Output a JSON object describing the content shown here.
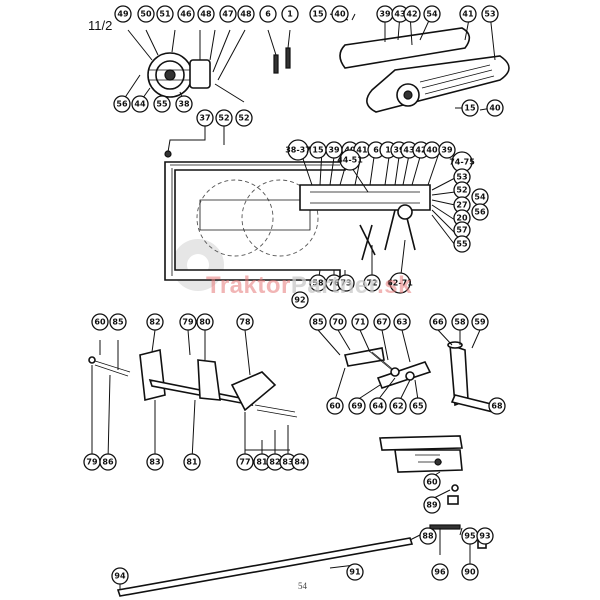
{
  "page_label": "11/2",
  "footer_text": "54",
  "watermark": {
    "part1": "Traktor",
    "part2": "Partner",
    "part3": ".sk"
  },
  "callouts": [
    "49",
    "50",
    "51",
    "46",
    "48",
    "47",
    "48",
    "6",
    "1",
    "52",
    "56",
    "44",
    "55",
    "38",
    "37",
    "52",
    "15",
    "40",
    "39",
    "43",
    "42",
    "54",
    "41",
    "53",
    "15",
    "40",
    "38-37",
    "15",
    "39",
    "40",
    "41",
    "6",
    "1",
    "39",
    "43",
    "42",
    "40",
    "39",
    "44-51",
    "74-75",
    "53",
    "52",
    "54",
    "27",
    "56",
    "20",
    "57",
    "55",
    "58",
    "76",
    "73",
    "72",
    "62-71",
    "60",
    "85",
    "82",
    "79",
    "80",
    "78",
    "79",
    "86",
    "83",
    "81",
    "77",
    "81",
    "82",
    "83",
    "84",
    "85",
    "70",
    "71",
    "67",
    "63",
    "66",
    "58",
    "59",
    "60",
    "69",
    "64",
    "62",
    "65",
    "68",
    "60",
    "89",
    "88",
    "95",
    "93",
    "91",
    "94",
    "96",
    "90",
    "92"
  ]
}
